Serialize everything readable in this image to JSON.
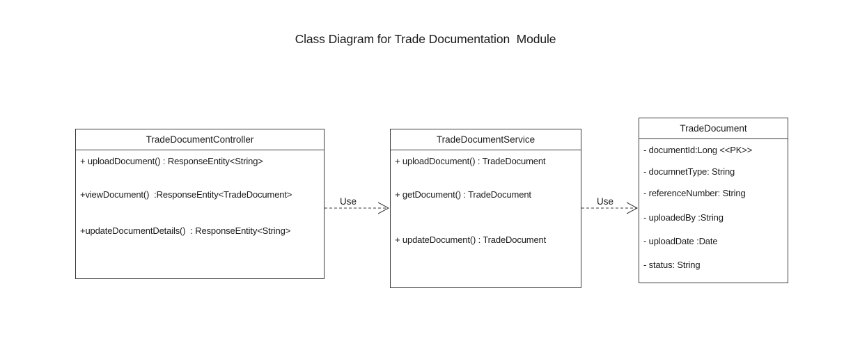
{
  "title": "Class Diagram for Trade Documentation  Module",
  "classes": {
    "controller": {
      "name": "TradeDocumentController",
      "members": [
        "+ uploadDocument() : ResponseEntity<String>",
        "+viewDocument()  :ResponseEntity<TradeDocument>",
        "+updateDocumentDetails()  : ResponseEntity<String>"
      ]
    },
    "service": {
      "name": "TradeDocumentService",
      "members": [
        "+ uploadDocument() : TradeDocument",
        "+ getDocument() : TradeDocument",
        "+ updateDocument() : TradeDocument"
      ]
    },
    "entity": {
      "name": "TradeDocument",
      "members": [
        "- documentId:Long <<PK>>",
        "- documnetType: String",
        "- referenceNumber: String",
        "- uploadedBy :String",
        "- uploadDate :Date",
        "- status: String"
      ]
    }
  },
  "relations": [
    {
      "label": "Use",
      "style": "dashed",
      "arrow": "open"
    },
    {
      "label": "Use",
      "style": "dashed",
      "arrow": "open"
    }
  ],
  "colors": {
    "line": "#3a3a3a",
    "text": "#1a1a1a",
    "background": "#ffffff"
  }
}
